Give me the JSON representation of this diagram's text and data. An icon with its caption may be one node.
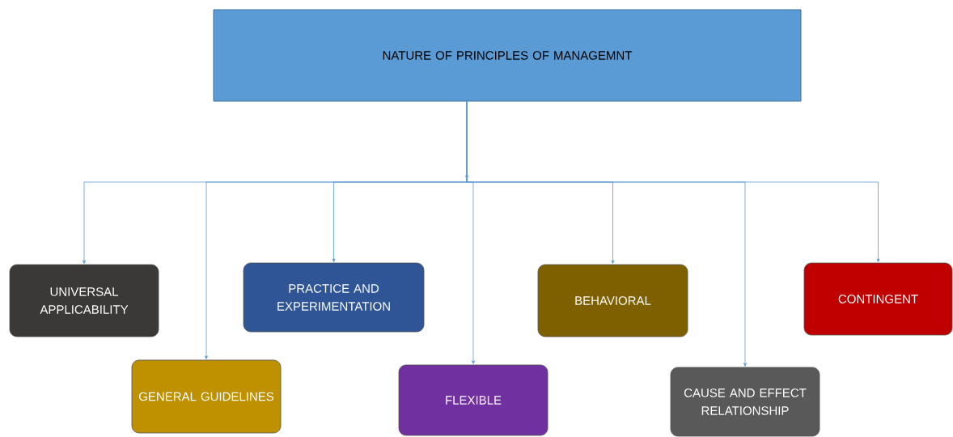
{
  "diagram": {
    "nodes": [
      {
        "text": [
          "NATURE OF PRINCIPLES OF MANAGEMNT"
        ]
      },
      {
        "text": [
          "UNIVERSAL APPLICABILITY"
        ]
      },
      {
        "text": [
          "GENERAL GUIDELINES"
        ]
      },
      {
        "text": [
          "PRACTICE AND EXPERIMENTATION"
        ]
      },
      {
        "text": [
          "FLEXIBLE"
        ]
      },
      {
        "text": [
          "BEHAVIORAL"
        ]
      },
      {
        "text": [
          "CAUSE AND EFFECT RELATIONSHIP"
        ]
      },
      {
        "text": [
          "CONTINGENT"
        ]
      }
    ],
    "edges": [
      {
        "from": 0,
        "to": 1,
        "arrow": "to"
      },
      {
        "from": 0,
        "to": 2,
        "arrow": "to"
      },
      {
        "from": 0,
        "to": 3,
        "arrow": "to"
      },
      {
        "from": 0,
        "to": 4,
        "arrow": "to"
      },
      {
        "from": 0,
        "to": 5,
        "arrow": "to"
      },
      {
        "from": 0,
        "to": 6,
        "arrow": "to"
      },
      {
        "from": 0,
        "to": 7,
        "arrow": "to"
      }
    ]
  }
}
